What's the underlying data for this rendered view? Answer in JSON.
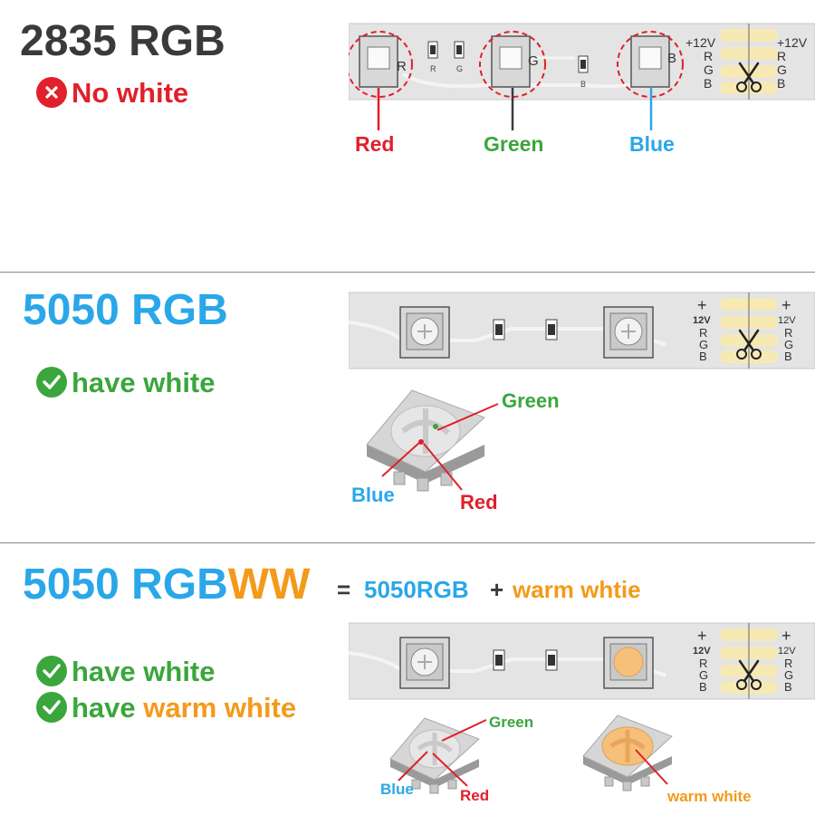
{
  "sec1": {
    "title": "2835 RGB",
    "feature": "No white",
    "labels": {
      "red": "Red",
      "green": "Green",
      "blue": "Blue"
    },
    "chip_letters": [
      "R",
      "G",
      "B"
    ],
    "resistor_letters": [
      "R",
      "G",
      "B"
    ],
    "pads": [
      "+12V",
      "R",
      "G",
      "B"
    ]
  },
  "sec2": {
    "title": "5050 RGB",
    "feature": "have white",
    "labels": {
      "green": "Green",
      "blue": "Blue",
      "red": "Red"
    },
    "pads": [
      "+",
      "12V",
      "R",
      "G",
      "B"
    ]
  },
  "sec3": {
    "title_main": "5050 RGB",
    "title_accent": "WW",
    "eq_sign": "=",
    "eq_part1": "5050RGB",
    "eq_plus": "+",
    "eq_part2": "warm whtie",
    "feature1": "have white",
    "feature2_prefix": "have",
    "feature2_accent": "warm white",
    "labels": {
      "green": "Green",
      "blue": "Blue",
      "red": "Red",
      "warm": "warm white"
    },
    "pads": [
      "+",
      "12V",
      "R",
      "G",
      "B"
    ]
  },
  "colors": {
    "red": "#e0202a",
    "green": "#3aa63c",
    "blue": "#2aa7e8",
    "orange": "#f39a1a",
    "gray_title": "#3a3a3a",
    "strip": "#e4e4e4",
    "pad_gold": "#f7e9b4"
  }
}
